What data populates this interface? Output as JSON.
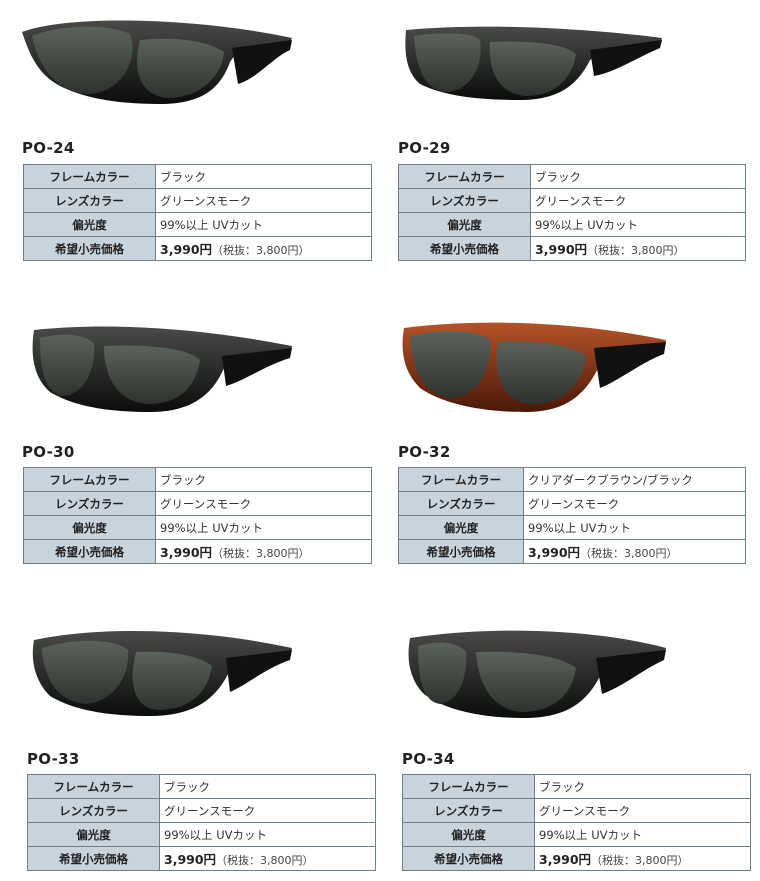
{
  "labels": {
    "frame_color": "フレームカラー",
    "lens_color": "レンズカラー",
    "polarization": "偏光度",
    "price": "希望小売価格"
  },
  "products": [
    {
      "code": "PO-24",
      "frame": "ブラック",
      "lens": "グリーンスモーク",
      "polar": "99%以上 UVカット",
      "price": "3,990円",
      "tax": "（税抜：3,800円）",
      "frame_hex": "#1a1a1a"
    },
    {
      "code": "PO-29",
      "frame": "ブラック",
      "lens": "グリーンスモーク",
      "polar": "99%以上 UVカット",
      "price": "3,990円",
      "tax": "（税抜：3,800円）",
      "frame_hex": "#1a1a1a"
    },
    {
      "code": "PO-30",
      "frame": "ブラック",
      "lens": "グリーンスモーク",
      "polar": "99%以上 UVカット",
      "price": "3,990円",
      "tax": "（税抜：3,800円）",
      "frame_hex": "#1a1a1a"
    },
    {
      "code": "PO-32",
      "frame": "クリアダークブラウン/ブラック",
      "lens": "グリーンスモーク",
      "polar": "99%以上 UVカット",
      "price": "3,990円",
      "tax": "（税抜：3,800円）",
      "frame_hex": "#7a2e12"
    },
    {
      "code": "PO-33",
      "frame": "ブラック",
      "lens": "グリーンスモーク",
      "polar": "99%以上 UVカット",
      "price": "3,990円",
      "tax": "（税抜：3,800円）",
      "frame_hex": "#1a1a1a"
    },
    {
      "code": "PO-34",
      "frame": "ブラック",
      "lens": "グリーンスモーク",
      "polar": "99%以上 UVカット",
      "price": "3,990円",
      "tax": "（税抜：3,800円）",
      "frame_hex": "#1a1a1a"
    }
  ],
  "colors": {
    "header_bg": "#c9d3dc",
    "border": "#6f7f8a",
    "lens": "#3f4640"
  }
}
